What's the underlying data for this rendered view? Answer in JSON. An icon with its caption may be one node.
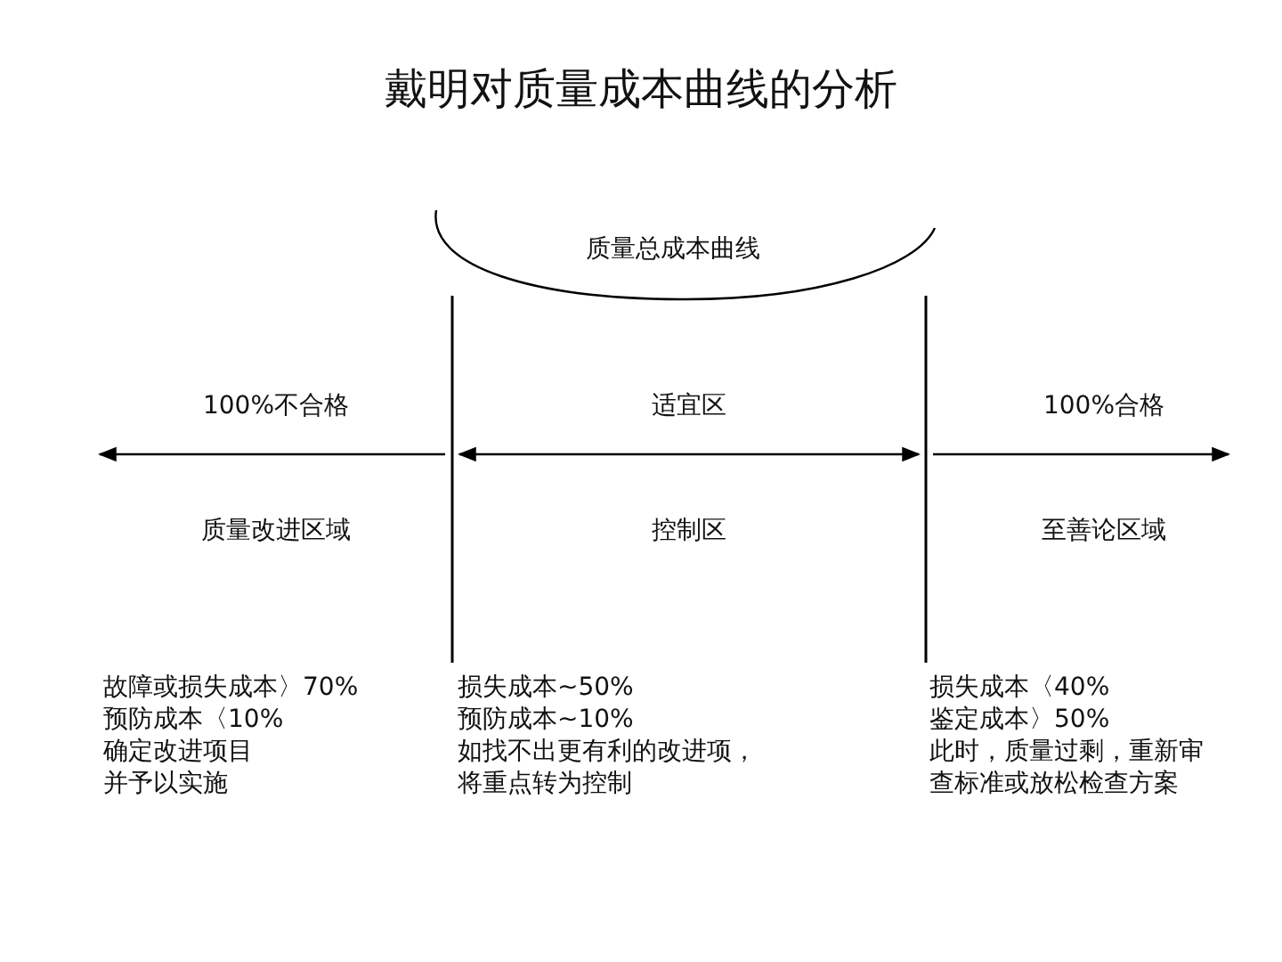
{
  "diagram": {
    "title": "戴明对质量成本曲线的分析",
    "labels": [
      "质量总成本曲线",
      "100%不合格",
      "适宜区",
      "100%合格",
      "质量改进区域",
      "控制区",
      "至善论区域",
      "故障或损失成本〉70%",
      "预防成本〈10%",
      "确定改进项目并予以实施",
      "损失成本~50%",
      "预防成本~10%",
      "如找不出更有利的改进项，将重点转为控制",
      "损失成本〈40%",
      "鉴定成本〉50%",
      "此时，质量过剩，重新审查标准或放松检查方案"
    ]
  }
}
